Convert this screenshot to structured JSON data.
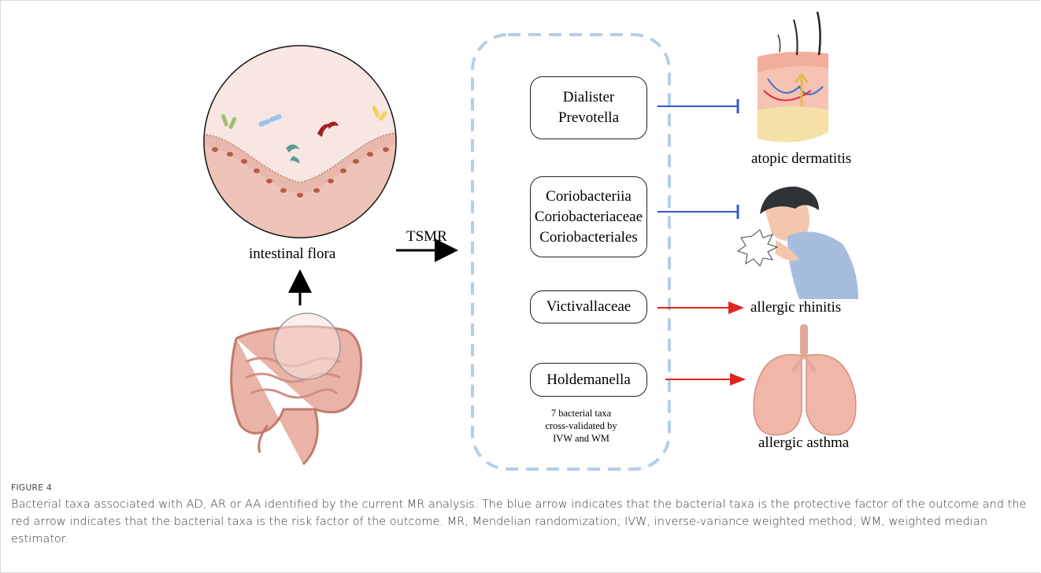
{
  "figure": {
    "left_labels": {
      "intestinal_flora": "intestinal flora",
      "method": "TSMR"
    },
    "taxa_boxes": [
      {
        "lines": [
          "Dialister",
          "Prevotella"
        ],
        "effect": "protective",
        "arrow_color": "#3558c9"
      },
      {
        "lines": [
          "Coriobacteriia",
          "Coriobacteriaceae",
          "Coriobacteriales"
        ],
        "effect": "protective",
        "arrow_color": "#3558c9"
      },
      {
        "lines": [
          "Victivallaceae"
        ],
        "effect": "risk",
        "arrow_color": "#e0241f"
      },
      {
        "lines": [
          "Holdemanella"
        ],
        "effect": "risk",
        "arrow_color": "#e0241f"
      }
    ],
    "validation_note": [
      "7 bacterial taxa",
      "cross-validated by",
      "IVW and WM"
    ],
    "outcomes": {
      "atopic_dermatitis": "atopic dermatitis",
      "allergic_rhinitis": "allergic rhinitis",
      "allergic_asthma": "allergic asthma"
    },
    "colors": {
      "dashed_border": "#b7cde6",
      "protective_arrow": "#3558c9",
      "risk_arrow": "#e0241f"
    }
  },
  "caption": {
    "label": "FIGURE 4",
    "text": "Bacterial taxa associated with AD, AR or AA identified by the current MR analysis. The blue arrow indicates that the bacterial taxa is the protective factor of the outcome and the red arrow indicates that the bacterial taxa is the risk factor of the outcome. MR, Mendelian randomization; IVW, inverse-variance weighted method; WM, weighted median estimator."
  }
}
